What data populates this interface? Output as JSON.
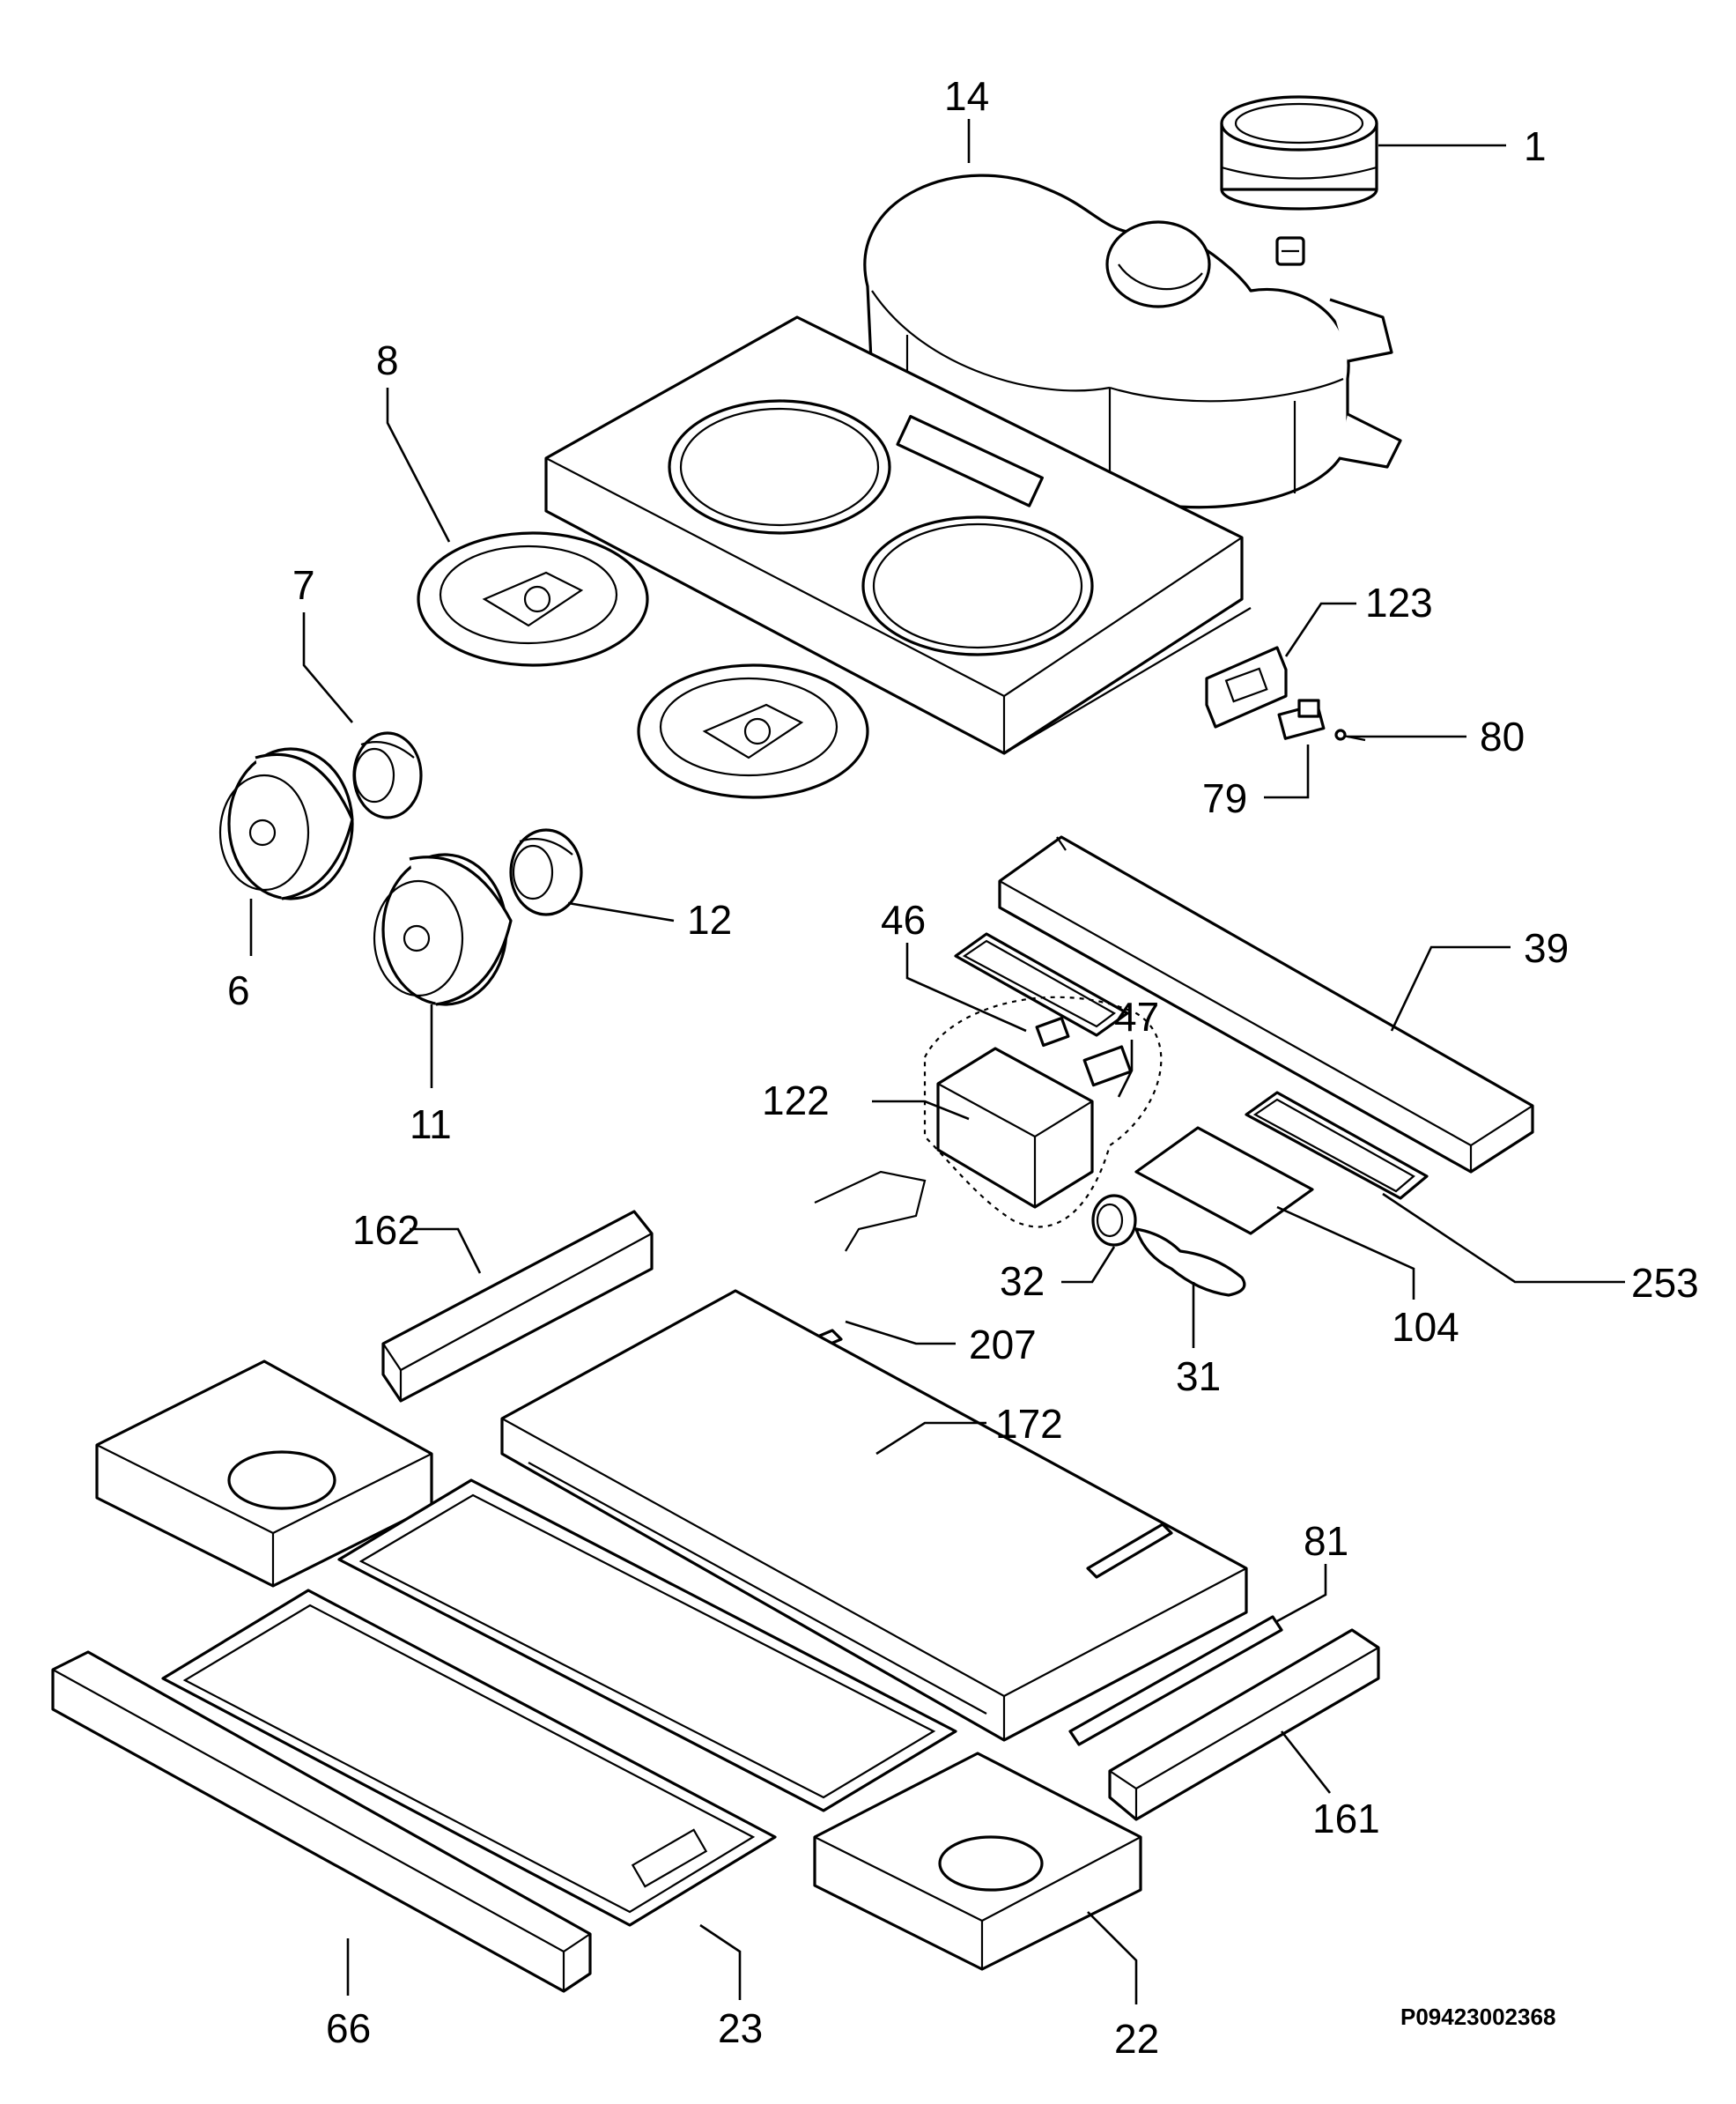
{
  "callouts": {
    "c1": "1",
    "c14": "14",
    "c8": "8",
    "c7": "7",
    "c6": "6",
    "c11": "11",
    "c12": "12",
    "c123": "123",
    "c80": "80",
    "c79": "79",
    "c46": "46",
    "c47": "47",
    "c39": "39",
    "c122": "122",
    "c162": "162",
    "c32": "32",
    "c253": "253",
    "c104": "104",
    "c207": "207",
    "c31": "31",
    "c172": "172",
    "c81": "81",
    "c161": "161",
    "c66": "66",
    "c23": "23",
    "c22": "22"
  },
  "reference_code": "P09423002368"
}
